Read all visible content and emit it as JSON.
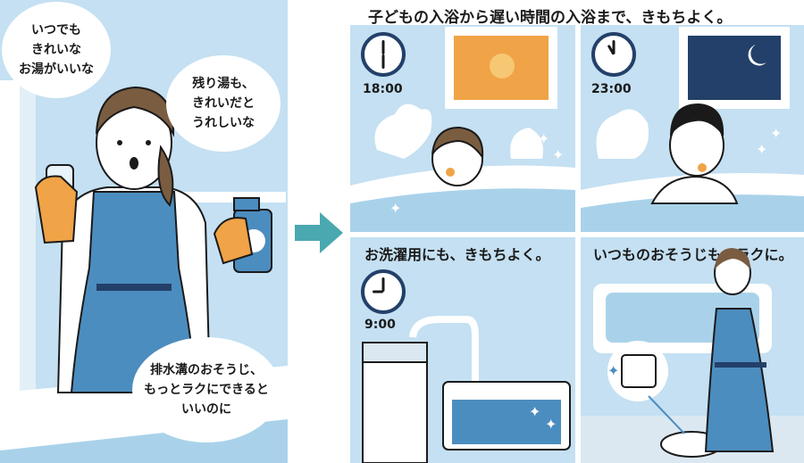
{
  "left": {
    "bubble_top_left": "いつでも\nきれいな\nお湯がいいな",
    "bubble_top_right": "残り湯も、\nきれいだと\nうれしいな",
    "bubble_bottom": "排水溝のおそうじ、\nもっとラクにできると\nいいのに"
  },
  "headline": "子どもの入浴から遅い時間の入浴まで、きもちよく。",
  "panels": {
    "child_bath": {
      "time": "18:00"
    },
    "late_bath": {
      "time": "23:00"
    },
    "laundry": {
      "heading": "お洗濯用にも、きもちよく。",
      "time": "9:00"
    },
    "cleaning": {
      "heading": "いつものおそうじも、ラクに。"
    }
  },
  "colors": {
    "sky": "#c4e0f2",
    "apron": "#4c8dbf",
    "navy": "#23406a",
    "arrow": "#4aa8b0",
    "glove": "#f0a347"
  }
}
